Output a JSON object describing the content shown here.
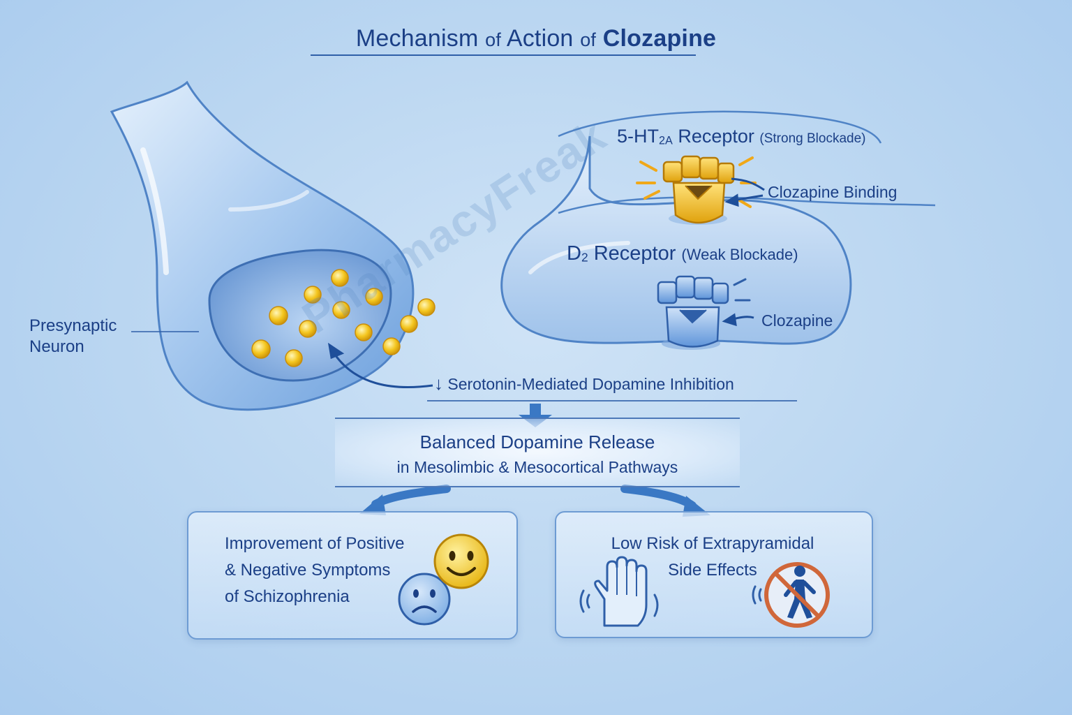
{
  "title": {
    "part1": "Mechanism",
    "of1": "of",
    "part2": "Action",
    "of2": "of",
    "drug": "Clozapine"
  },
  "presynaptic_label": {
    "line1": "Presynaptic",
    "line2": "Neuron"
  },
  "receptor_5ht2a": {
    "name_prefix": "5-HT",
    "name_sub": "2A",
    "name_suffix": "Receptor",
    "note": "(Strong Blockade)",
    "binding_label": "Clozapine Binding"
  },
  "receptor_d2": {
    "name_prefix": "D",
    "name_sub": "2",
    "name_suffix": "Receptor",
    "note": "(Weak Blockade)",
    "binding_label": "Clozapine"
  },
  "inhibition_text": "Serotonin-Mediated Dopamine Inhibition",
  "inhibition_arrow": "↓",
  "release": {
    "line1": "Balanced Dopamine Release",
    "line2": "in Mesolimbic & Mesocortical Pathways"
  },
  "outcome_left": {
    "line1": "Improvement of Positive",
    "line2": "& Negative Symptoms",
    "line3": "of Schizophrenia"
  },
  "outcome_right": {
    "line1": "Low Risk of Extrapyramidal",
    "line2": "Side Effects"
  },
  "watermark": "PharmacyFreak",
  "colors": {
    "text": "#1b3f86",
    "neuron": "#7fb0e6",
    "vesicle": "#f2c21b",
    "receptor_5ht2a": "#f0b81c",
    "receptor_d2": "#5f95da",
    "prohibit": "#d0673a"
  },
  "icons": [
    "smile-face-icon",
    "sad-face-icon",
    "hand-icon",
    "no-walking-icon"
  ]
}
